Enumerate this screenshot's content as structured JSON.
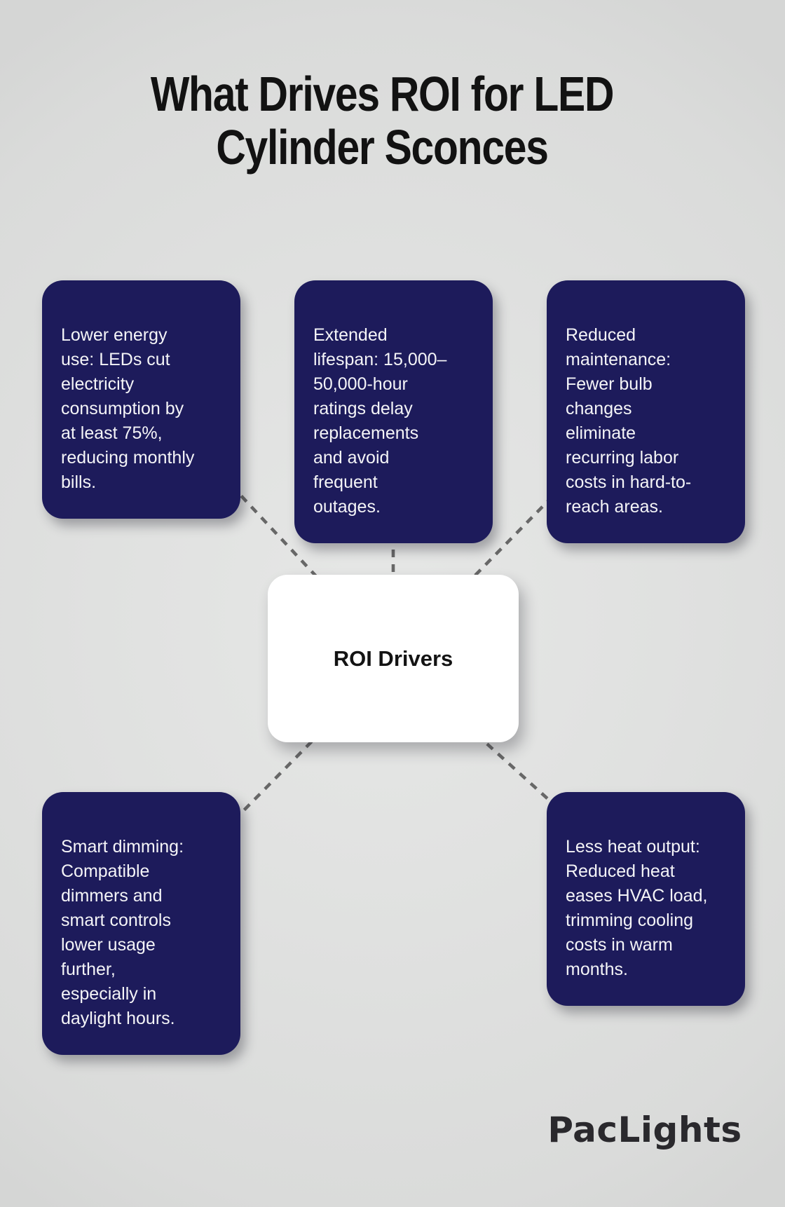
{
  "title": {
    "line1": "What Drives ROI for LED",
    "line2": "Cylinder Sconces"
  },
  "center": {
    "label": "ROI Drivers"
  },
  "drivers": [
    {
      "name": "lower-energy-use",
      "text": "Lower energy\nuse: LEDs cut\nelectricity\nconsumption by\nat least 75%,\nreducing monthly\nbills."
    },
    {
      "name": "extended-lifespan",
      "text": "Extended\nlifespan: 15,000–\n50,000-hour\nratings delay\nreplacements\nand avoid\nfrequent\noutages."
    },
    {
      "name": "reduced-maintenance",
      "text": "Reduced\nmaintenance:\nFewer bulb\nchanges\neliminate\nrecurring labor\ncosts in hard-to-\nreach areas."
    },
    {
      "name": "smart-dimming",
      "text": "Smart dimming:\nCompatible\ndimmers and\nsmart controls\nlower usage\nfurther,\nespecially in\ndaylight hours."
    },
    {
      "name": "less-heat-output",
      "text": "Less heat output:\nReduced heat\neases HVAC load,\ntrimming cooling\ncosts in warm\nmonths."
    }
  ],
  "brand": {
    "label": "PacLights"
  },
  "colors": {
    "background": "#e0e1e0",
    "box_navy": "#1d1b5b",
    "box_text": "#f4f4f7",
    "center_box": "#ffffff",
    "connector": "#676767",
    "title_text": "#121212",
    "brand_text": "#2a292d"
  }
}
